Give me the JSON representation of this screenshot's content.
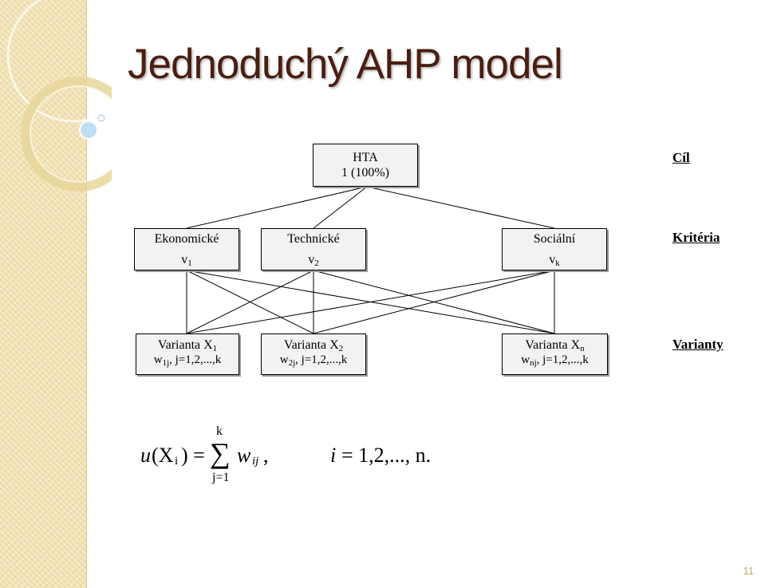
{
  "title": "Jednoduchý AHP model",
  "goal": {
    "name": "HTA",
    "value": "1 (100%)"
  },
  "criteria": [
    {
      "name": "Ekonomické",
      "weight": "v",
      "index": "1"
    },
    {
      "name": "Technické",
      "weight": "v",
      "index": "2"
    },
    {
      "name": "Sociální",
      "weight": "v",
      "index": "k"
    }
  ],
  "alternatives": [
    {
      "name": "Varianta X",
      "index": "1",
      "weight": "w",
      "weight_index": "1j",
      "range": ", j=1,2,...,k"
    },
    {
      "name": "Varianta X",
      "index": "2",
      "weight": "w",
      "weight_index": "2j",
      "range": ", j=1,2,...,k"
    },
    {
      "name": "Varianta X",
      "index": "n",
      "weight": "w",
      "weight_index": "nj",
      "range": ", j=1,2,...,k"
    }
  ],
  "level_labels": {
    "goal": "Cíl",
    "criteria": "Kritéria",
    "alternatives": "Varianty"
  },
  "formula": {
    "u": "u",
    "open": "(X",
    "sub_i": "i",
    "close_eq": ") =",
    "sigma": "∑",
    "upper": "k",
    "lower": "j=1",
    "w": "w",
    "w_sub": "ij",
    "comma": ",",
    "i": "i",
    "range": "= 1,2,..., n."
  },
  "slide_number": "11"
}
